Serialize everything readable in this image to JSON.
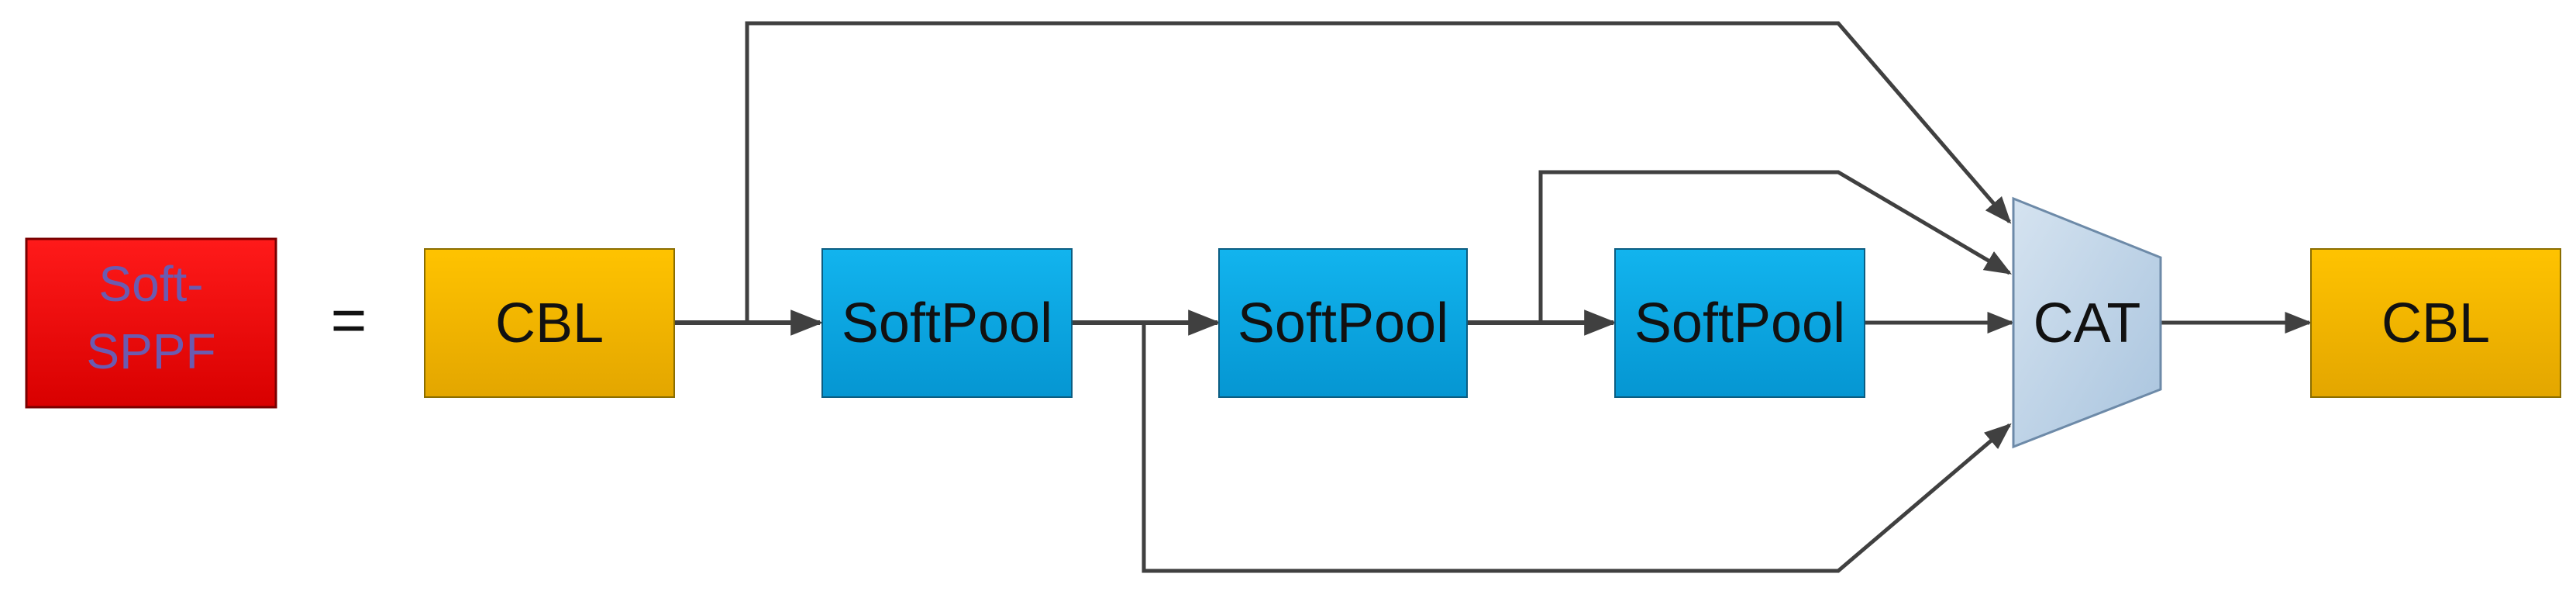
{
  "diagram": {
    "module": {
      "line1": "Soft-",
      "line2": "SPPF",
      "fill": "#ff0000",
      "text_color": "#6b5bb0"
    },
    "equals": "=",
    "blocks": {
      "cbl_in": "CBL",
      "softpool_1": "SoftPool",
      "softpool_2": "SoftPool",
      "softpool_3": "SoftPool",
      "cat": "CAT",
      "cbl_out": "CBL"
    },
    "colors": {
      "cbl": "#f5b800",
      "softpool": "#0aa6e0",
      "cat": "#bcd2e6",
      "arrow": "#404040"
    }
  }
}
